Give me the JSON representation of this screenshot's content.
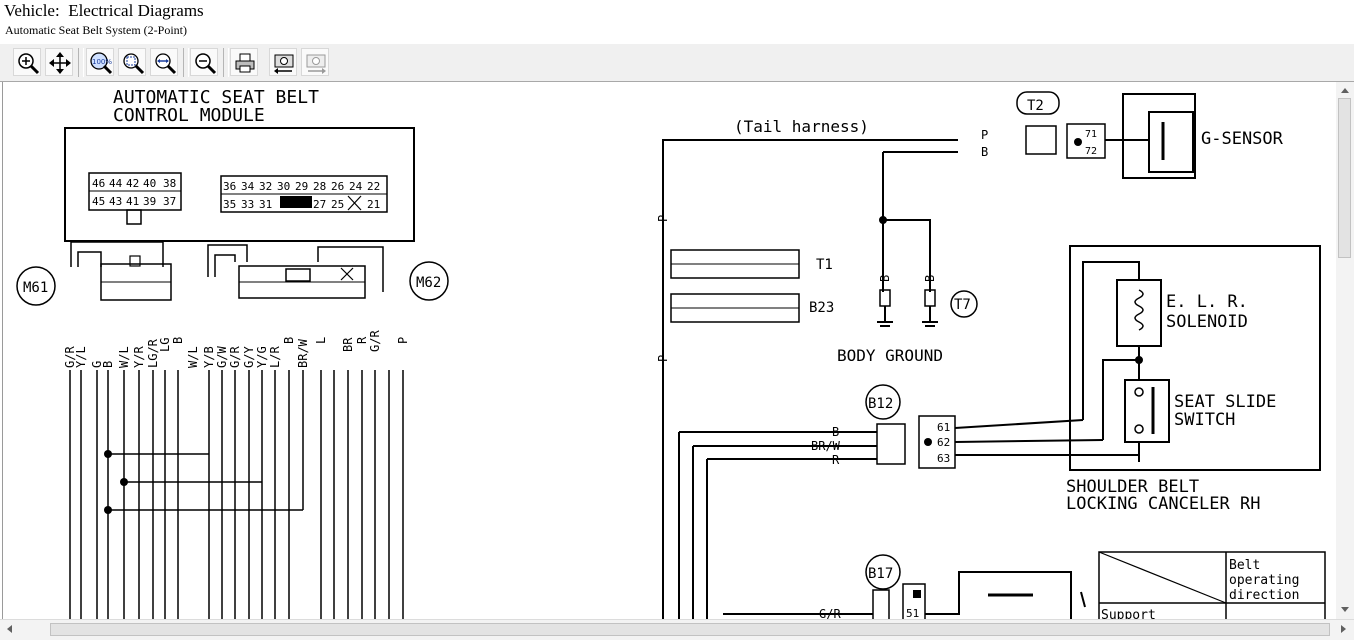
{
  "window": {
    "title": "Vehicle:  Electrical Diagrams",
    "subtitle": "Automatic Seat Belt System (2-Point)"
  },
  "toolbar": {
    "buttons": [
      {
        "name": "zoom-in-icon"
      },
      {
        "name": "pan-icon"
      },
      {
        "name": "zoom-100-icon"
      },
      {
        "name": "zoom-window-icon"
      },
      {
        "name": "zoom-fit-width-icon"
      },
      {
        "name": "zoom-out-icon"
      },
      {
        "name": "print-icon"
      },
      {
        "name": "copy-image-icon"
      },
      {
        "name": "save-image-icon",
        "disabled": true
      }
    ]
  },
  "diagram": {
    "module_title_1": "AUTOMATIC SEAT BELT",
    "module_title_2": "CONTROL MODULE",
    "pins_left_top": [
      "46",
      "44",
      "42",
      "40",
      "38"
    ],
    "pins_left_bottom": [
      "45",
      "43",
      "41",
      "39",
      "37"
    ],
    "pins_right_top": [
      "36",
      "34",
      "32",
      "30",
      "29",
      "28",
      "26",
      "24",
      "22"
    ],
    "pins_right_bottom": [
      "35",
      "33",
      "31",
      "27",
      "25",
      "21"
    ],
    "conn_m61": "M61",
    "conn_m62": "M62",
    "wire_colors_m61": [
      "G/R",
      "Y/L",
      "G",
      "B",
      "W/L",
      "Y/R",
      "LG/R",
      "LG",
      "B"
    ],
    "wire_colors_m62": [
      "W/L",
      "Y/B",
      "G/W",
      "G/R",
      "G/Y",
      "Y/G",
      "L/R",
      "B",
      "BR/W",
      "L",
      "BR",
      "R",
      "G/R",
      "P"
    ],
    "tail_harness": "(Tail harness)",
    "conn_t2": "T2",
    "conn_t1": "T1",
    "conn_b23": "B23",
    "conn_t7": "T7",
    "conn_b12": "B12",
    "conn_b17": "B17",
    "g_sensor": "G-SENSOR",
    "gs_pins": [
      "71",
      "72"
    ],
    "wire_p": "P",
    "wire_b": "B",
    "body_ground": "BODY GROUND",
    "elr_1": "E. L. R.",
    "elr_2": "SOLENOID",
    "seat_slide_1": "SEAT SLIDE",
    "seat_slide_2": "SWITCH",
    "shoulder_1": "SHOULDER BELT",
    "shoulder_2": "LOCKING CANCELER RH",
    "b12_wires": [
      "B",
      "BR/W",
      "R"
    ],
    "b12_pins": [
      "61",
      "62",
      "63"
    ],
    "b17_wire": "G/R",
    "b17_pin": "51",
    "table_h1": "Belt",
    "table_h2": "operating",
    "table_h3": "direction",
    "table_cell": "Support"
  }
}
